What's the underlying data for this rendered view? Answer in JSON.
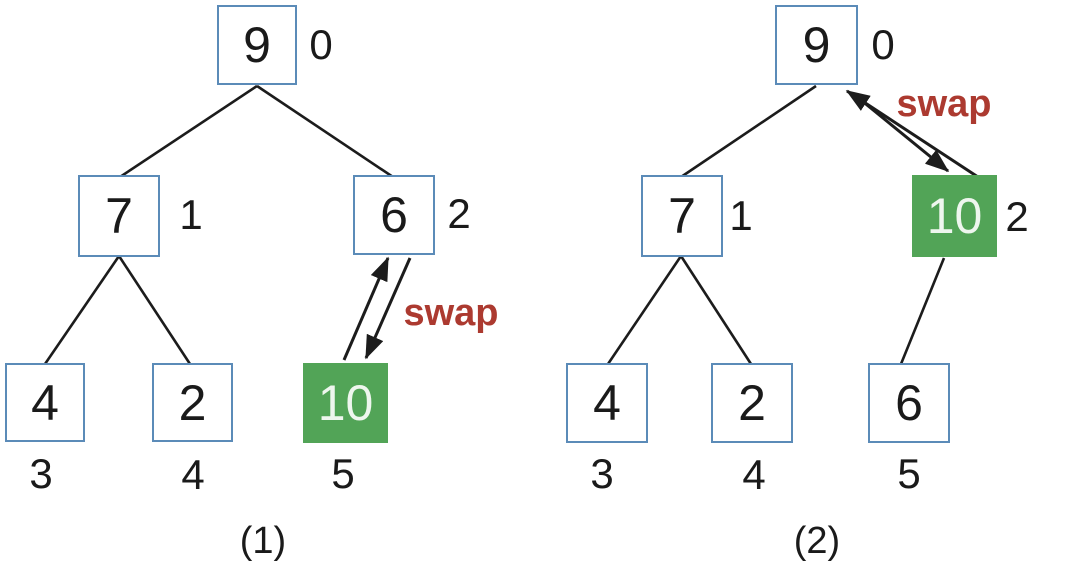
{
  "colors": {
    "background": "#ffffff",
    "node_border": "#5b8bb8",
    "node_fill": "#ffffff",
    "node_text": "#1a1a1a",
    "highlight_fill": "#52a457",
    "highlight_text": "#eef6ee",
    "swap_label": "#ac3a30",
    "edge": "#1c1c1c"
  },
  "diagram": {
    "description": "Binary heap sift-up shown in two steps",
    "tree1": {
      "caption": "(1)",
      "swap_label": "swap",
      "swap_between_indices": [
        "2",
        "5"
      ],
      "nodes": [
        {
          "value": "9",
          "index": "0",
          "highlighted": false
        },
        {
          "value": "7",
          "index": "1",
          "highlighted": false
        },
        {
          "value": "6",
          "index": "2",
          "highlighted": false
        },
        {
          "value": "4",
          "index": "3",
          "highlighted": false
        },
        {
          "value": "2",
          "index": "4",
          "highlighted": false
        },
        {
          "value": "10",
          "index": "5",
          "highlighted": true
        }
      ]
    },
    "tree2": {
      "caption": "(2)",
      "swap_label": "swap",
      "swap_between_indices": [
        "0",
        "2"
      ],
      "nodes": [
        {
          "value": "9",
          "index": "0",
          "highlighted": false
        },
        {
          "value": "7",
          "index": "1",
          "highlighted": false
        },
        {
          "value": "10",
          "index": "2",
          "highlighted": true
        },
        {
          "value": "4",
          "index": "3",
          "highlighted": false
        },
        {
          "value": "2",
          "index": "4",
          "highlighted": false
        },
        {
          "value": "6",
          "index": "5",
          "highlighted": false
        }
      ]
    }
  }
}
